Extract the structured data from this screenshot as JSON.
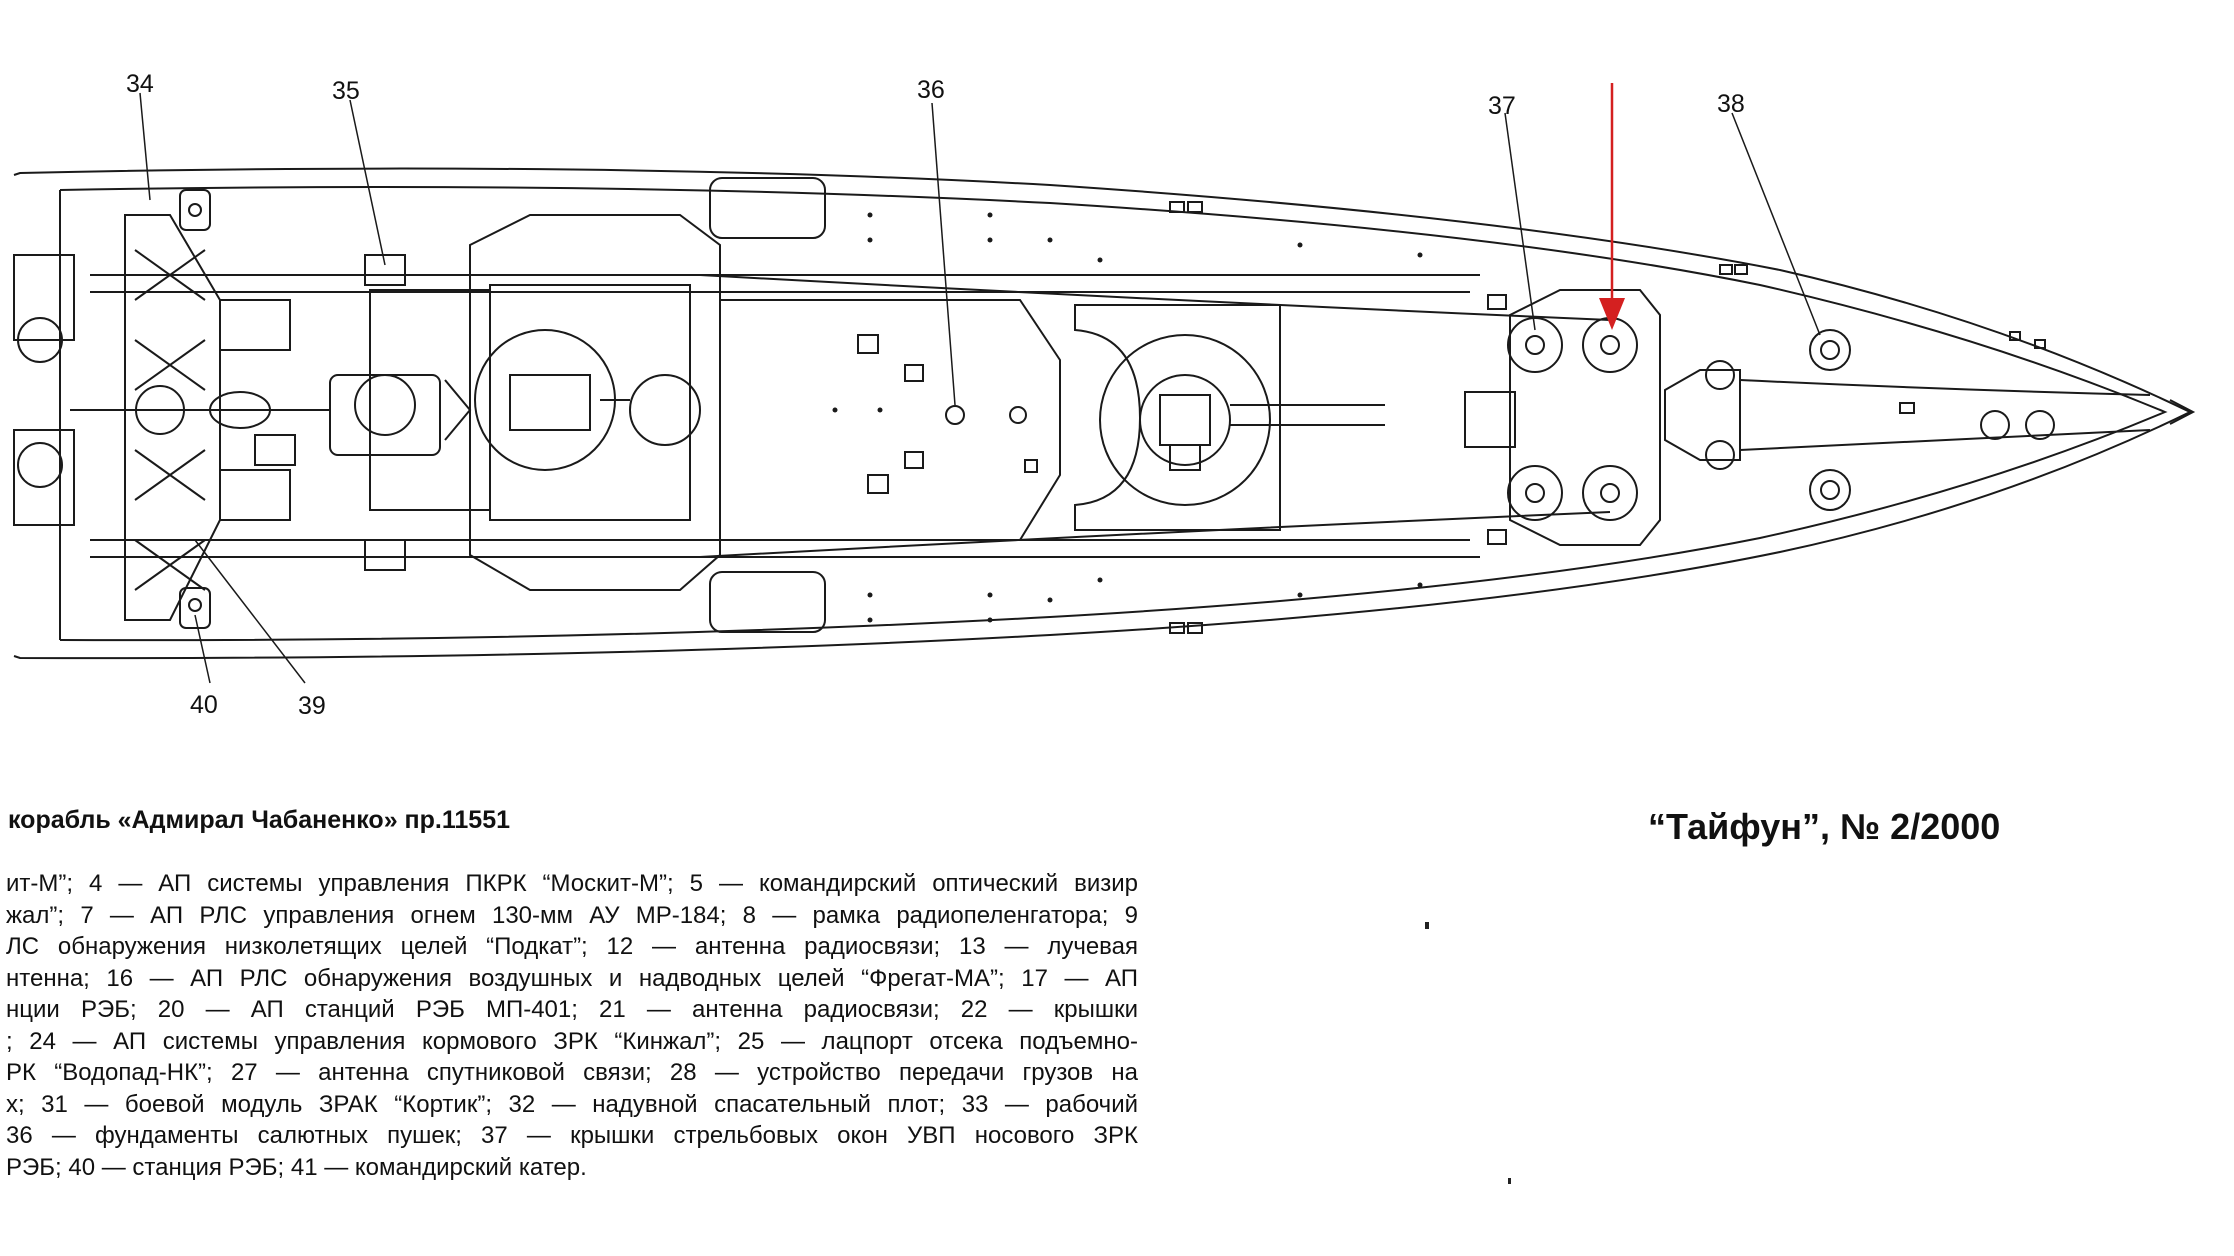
{
  "callouts": [
    "34",
    "35",
    "36",
    "37",
    "38",
    "40",
    "39"
  ],
  "caption": "корабль «Адмирал Чабаненко» пр.11551",
  "source": "“Тайфун”, № 2/2000",
  "legend": [
    "ит-М”; 4 — АП системы управления ПКРК “Москит-М”; 5 — командирский оптический визир",
    "жал”; 7 — АП РЛС управления огнем 130-мм АУ МР-184; 8 — рамка радиопеленгатора; 9",
    "ЛС обнаружения низколетящих целей “Подкат”; 12 — антенна радиосвязи; 13 — лучевая",
    "нтенна; 16 — АП РЛС обнаружения воздушных и надводных целей “Фрегат-МА”; 17 — АП",
    "нции РЭБ; 20 — АП станций РЭБ МП-401; 21 — антенна радиосвязи; 22 — крышки",
    "; 24 — АП системы управления кормового ЗРК “Кинжал”; 25 — лацпорт отсека подъемно-",
    "РК “Водопад-НК”; 27 — антенна спутниковой связи; 28 — устройство передачи грузов на",
    "х; 31 — боевой модуль ЗРАК “Кортик”; 32 — надувной спасательный плот; 33 — рабочий",
    "36 — фундаменты салютных пушек; 37 — крышки стрельбовых окон УВП носового ЗРК",
    "РЭБ; 40 — станция РЭБ; 41 — командирский катер."
  ],
  "colors": {
    "line": "#1a1a1a",
    "arrow": "#d42020",
    "paper": "#ffffff"
  }
}
